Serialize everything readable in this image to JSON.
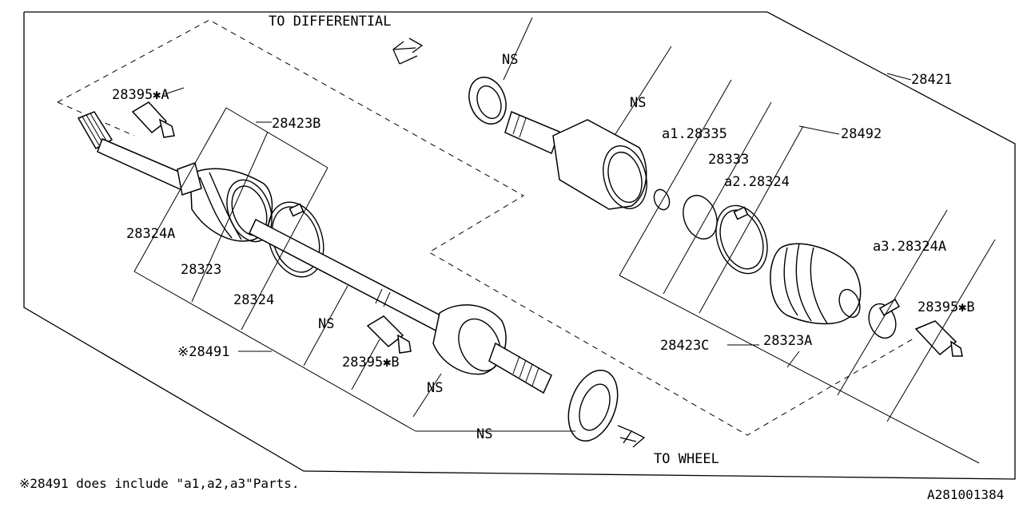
{
  "directions": {
    "to_differential": "TO DIFFERENTIAL",
    "to_wheel": "TO WHEEL"
  },
  "labels": {
    "p28421": "28421",
    "p28492": "28492",
    "p28395_a": "28395✱A",
    "p28423_b": "28423B",
    "p28324_a": "28324A",
    "p28323": "28323",
    "p28324": "28324",
    "p28491": "※28491",
    "p28395_b_lower": "28395✱B",
    "p28395_b_right": "28395✱B",
    "a1_28335": "a1.28335",
    "p28333": "28333",
    "a2_28324": "a2.28324",
    "a3_28324a": "a3.28324A",
    "p28423_c": "28423C",
    "p28323_a": "28323A",
    "ns_top": "NS",
    "ns_stub": "NS",
    "ns_left": "NS",
    "ns_lower": "NS",
    "ns_bottom": "NS"
  },
  "footnote": "※28491 does include \"a1,a2,a3\"Parts.",
  "diagram_id": "A281001384"
}
